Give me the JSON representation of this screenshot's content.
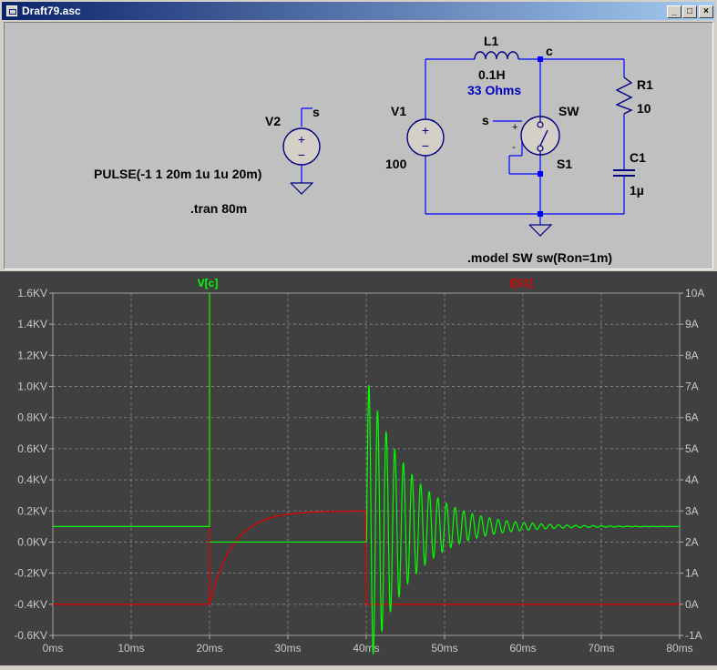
{
  "window": {
    "title": "Draft79.asc",
    "minimize": "_",
    "maximize": "□",
    "close": "×"
  },
  "schematic": {
    "l1_name": "L1",
    "l1_value": "0.1H",
    "l1_res": "33 Ohms",
    "node_c": "c",
    "r1_name": "R1",
    "r1_value": "10",
    "c1_name": "C1",
    "c1_value": "1µ",
    "v1_name": "V1",
    "v1_value": "100",
    "v2_name": "V2",
    "v2_node": "s",
    "sw_name": "SW",
    "sw_ctrl": "s",
    "s1_name": "S1",
    "pulse": "PULSE(-1 1 20m 1u 1u 20m)",
    "tran": ".tran 80m",
    "model": ".model SW sw(Ron=1m)"
  },
  "colors": {
    "green_trace": "#00ff00",
    "red_trace": "#e00000",
    "wire": "#0000ff",
    "plot_bg": "#404040"
  },
  "chart_data": {
    "type": "line",
    "title": "",
    "xlabel": "",
    "ylabel": "",
    "x_ticks": [
      "0ms",
      "10ms",
      "20ms",
      "30ms",
      "40ms",
      "50ms",
      "60ms",
      "70ms",
      "80ms"
    ],
    "y_left_ticks": [
      "1.6KV",
      "1.4KV",
      "1.2KV",
      "1.0KV",
      "0.8KV",
      "0.6KV",
      "0.4KV",
      "0.2KV",
      "0.0KV",
      "-0.2KV",
      "-0.4KV",
      "-0.6KV"
    ],
    "y_right_ticks": [
      "10A",
      "9A",
      "8A",
      "7A",
      "6A",
      "5A",
      "4A",
      "3A",
      "2A",
      "1A",
      "0A",
      "-1A"
    ],
    "xlim": [
      0,
      80
    ],
    "ylim_left": [
      -0.6,
      1.6
    ],
    "ylim_right": [
      -1,
      10
    ],
    "grid": true,
    "series": [
      {
        "name": "V[c]",
        "axis": "left",
        "unit": "KV",
        "description_points": [
          [
            0,
            0.1
          ],
          [
            20,
            0.1
          ],
          [
            20,
            1.6
          ],
          [
            20.05,
            0.0
          ],
          [
            40,
            0.0
          ],
          [
            40.1,
            0.0
          ],
          [
            40.5,
            0.95
          ],
          [
            41.5,
            -0.58
          ],
          [
            42.5,
            0.65
          ],
          [
            43.5,
            -0.3
          ],
          [
            44.5,
            0.45
          ],
          [
            50,
            0.15
          ],
          [
            60,
            0.1
          ],
          [
            80,
            0.1
          ]
        ]
      },
      {
        "name": "I[S1]",
        "axis": "right",
        "unit": "A",
        "description_points": [
          [
            0,
            0
          ],
          [
            20,
            0
          ],
          [
            22,
            1.2
          ],
          [
            24,
            2.0
          ],
          [
            26,
            2.5
          ],
          [
            28,
            2.8
          ],
          [
            30,
            2.95
          ],
          [
            40,
            3.0
          ],
          [
            40,
            0
          ],
          [
            80,
            0
          ]
        ]
      }
    ]
  }
}
